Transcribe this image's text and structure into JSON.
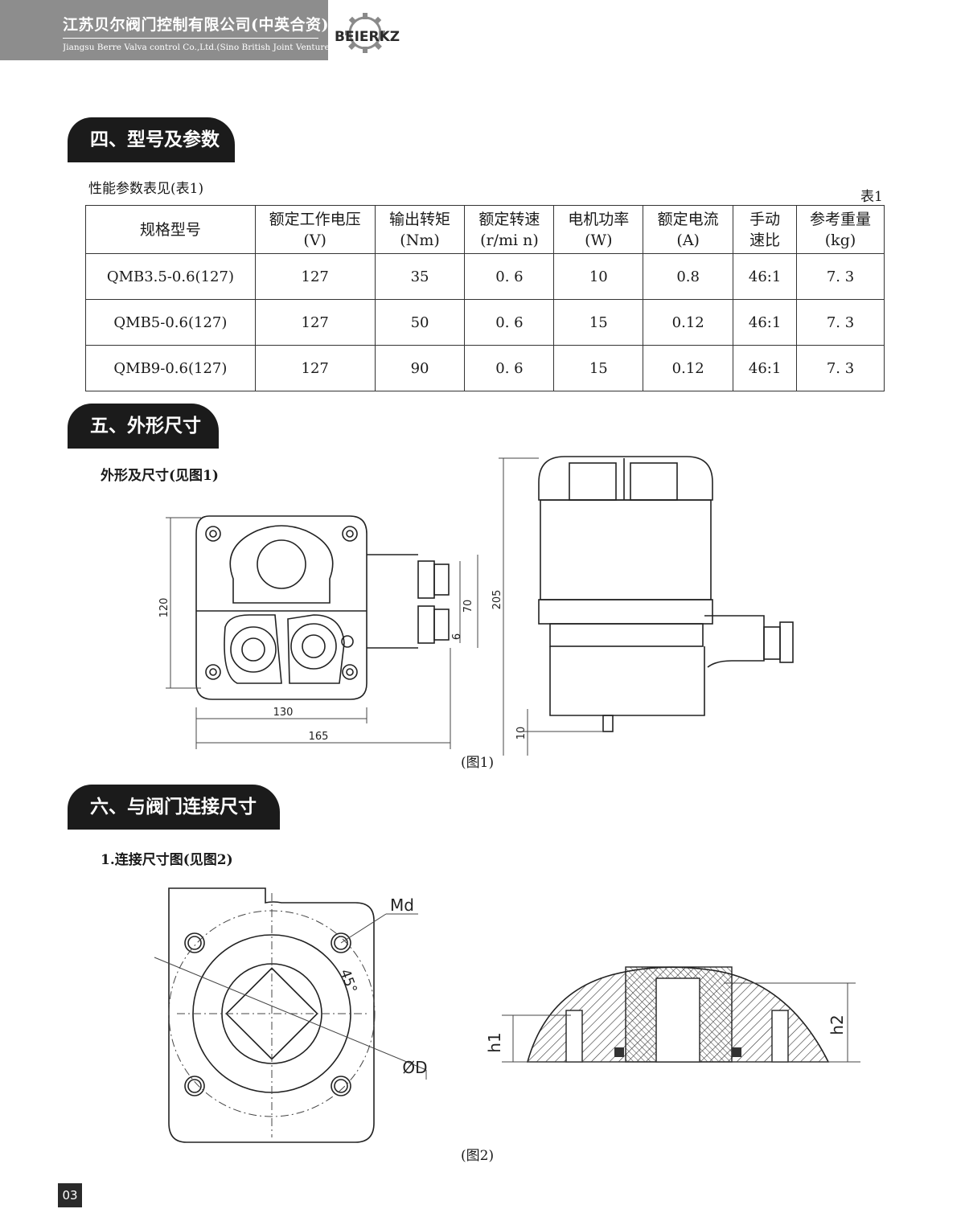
{
  "header": {
    "company_cn": "江苏贝尔阀门控制有限公司(中英合资)",
    "company_en": "Jiangsu Berre Valva control Co.,Ltd.(Sino British Joint Venture",
    "logo_text": "BEIERKZ"
  },
  "section4": {
    "title": "四、型号及参数",
    "intro": "性能参数表见(表1)",
    "table_label": "表1",
    "table": {
      "headers": [
        [
          "规格型号"
        ],
        [
          "额定工作电压",
          "(V)"
        ],
        [
          "输出转矩",
          "(Nm)"
        ],
        [
          "额定转速",
          "(r/mi n)"
        ],
        [
          "电机功率",
          "(W)"
        ],
        [
          "额定电流",
          "(A)"
        ],
        [
          "手动",
          "速比"
        ],
        [
          "参考重量",
          "(kg)"
        ]
      ],
      "rows": [
        [
          "QMB3.5-0.6(127)",
          "127",
          "35",
          "0. 6",
          "10",
          "0.8",
          "46:1",
          "7. 3"
        ],
        [
          "QMB5-0.6(127)",
          "127",
          "50",
          "0. 6",
          "15",
          "0.12",
          "46:1",
          "7. 3"
        ],
        [
          "QMB9-0.6(127)",
          "127",
          "90",
          "0. 6",
          "15",
          "0.12",
          "46:1",
          "7. 3"
        ]
      ]
    }
  },
  "section5": {
    "title": "五、外形尺寸",
    "subtitle": "外形及尺寸(见图1)",
    "figure_caption": "(图1)",
    "dims": {
      "d120": "120",
      "d70": "70",
      "d6": "6",
      "d130": "130",
      "d165": "165",
      "d205": "205",
      "d10": "10"
    }
  },
  "section6": {
    "title": "六、与阀门连接尺寸",
    "subtitle": "1.连接尺寸图(见图2)",
    "figure_caption": "(图2)",
    "labels": {
      "md": "Md",
      "angle": "45°",
      "phid": "ØD",
      "h1": "h1",
      "h2": "h2"
    }
  },
  "footer": {
    "page_number": "03"
  }
}
